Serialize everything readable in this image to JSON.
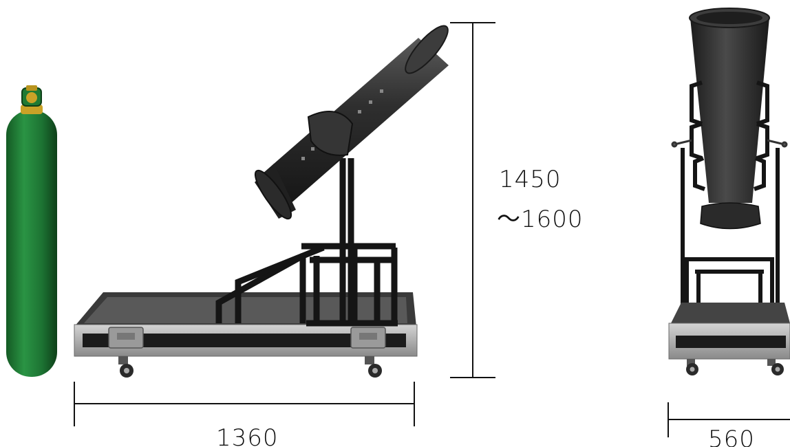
{
  "dimensions": {
    "height_label": "1450",
    "height_range_label": "～1600",
    "width_label": "1360",
    "depth_label": "560"
  },
  "colors": {
    "cylinder": "#1f7a33",
    "cylinder_dark": "#135020",
    "valve": "#c9a227",
    "machine": "#2c2c2c",
    "frame": "#151515",
    "case_metal": "#a9a9a9",
    "case_panel": "#1b1b1b",
    "dimension_line": "#111111"
  }
}
